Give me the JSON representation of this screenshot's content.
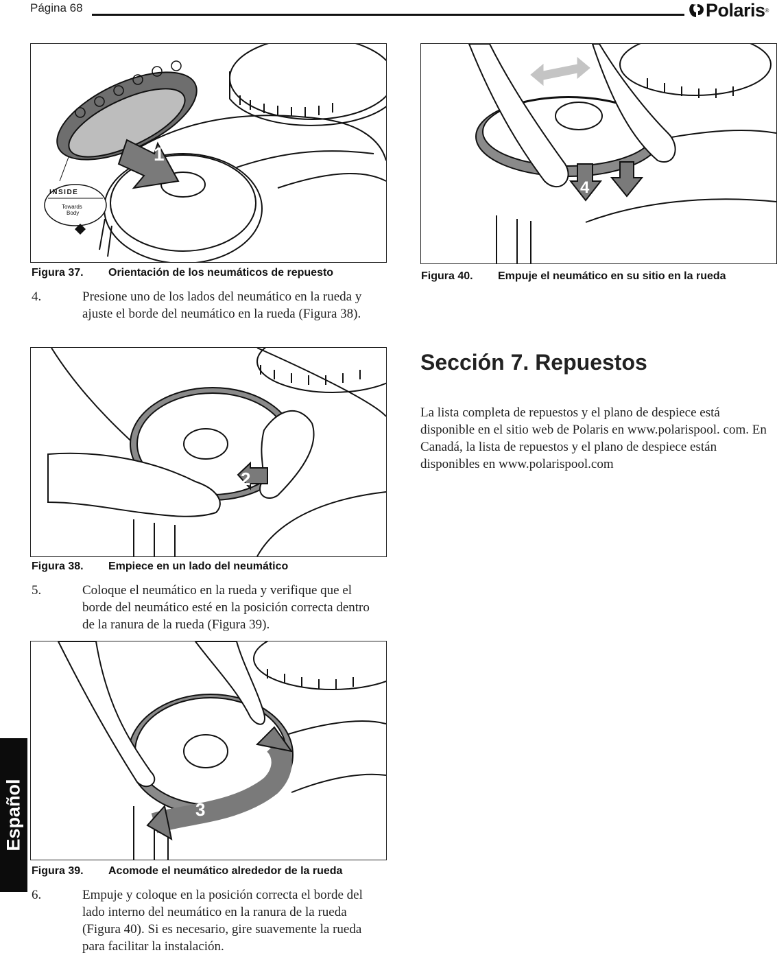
{
  "header": {
    "page_label": "Página 68",
    "logo_text": "Polaris"
  },
  "side_tab": {
    "label": "Español"
  },
  "figures": {
    "fig37": {
      "number": "Figura 37.",
      "caption": "Orientación de los neumáticos de repuesto",
      "callout_number": "1",
      "tag_inside": "INSIDE",
      "tag_towards": "Towards",
      "tag_body": "Body"
    },
    "fig38": {
      "number": "Figura 38.",
      "caption": "Empiece en un lado del neumático",
      "callout_number": "2"
    },
    "fig39": {
      "number": "Figura 39.",
      "caption": "Acomode el neumático alrededor de la rueda",
      "callout_number": "3"
    },
    "fig40": {
      "number": "Figura 40.",
      "caption": "Empuje el neumático en su sitio en la rueda",
      "callout_number": "4"
    }
  },
  "steps": [
    {
      "number": "4.",
      "text": "Presione uno de los lados del neumático en la rueda y ajuste el borde del neumático en la rueda (Figura 38)."
    },
    {
      "number": "5.",
      "text": "Coloque el neumático en la rueda y verifique que el borde del neumático esté en la posición correcta dentro de la ranura de la rueda (Figura 39)."
    },
    {
      "number": "6.",
      "text": "Empuje y coloque en la posición correcta el borde del lado interno del neumático en la ranura de la rueda (Figura 40). Si es necesario, gire suavemente la rueda para facilitar la instalación."
    }
  ],
  "section": {
    "title": "Sección 7. Repuestos",
    "body": "La lista completa de repuestos y el plano de despiece está disponible en el sitio web de Polaris en www.polarispool. com. En Canadá, la lista de repuestos y el plano de despiece están disponibles en www.polarispool.com"
  }
}
